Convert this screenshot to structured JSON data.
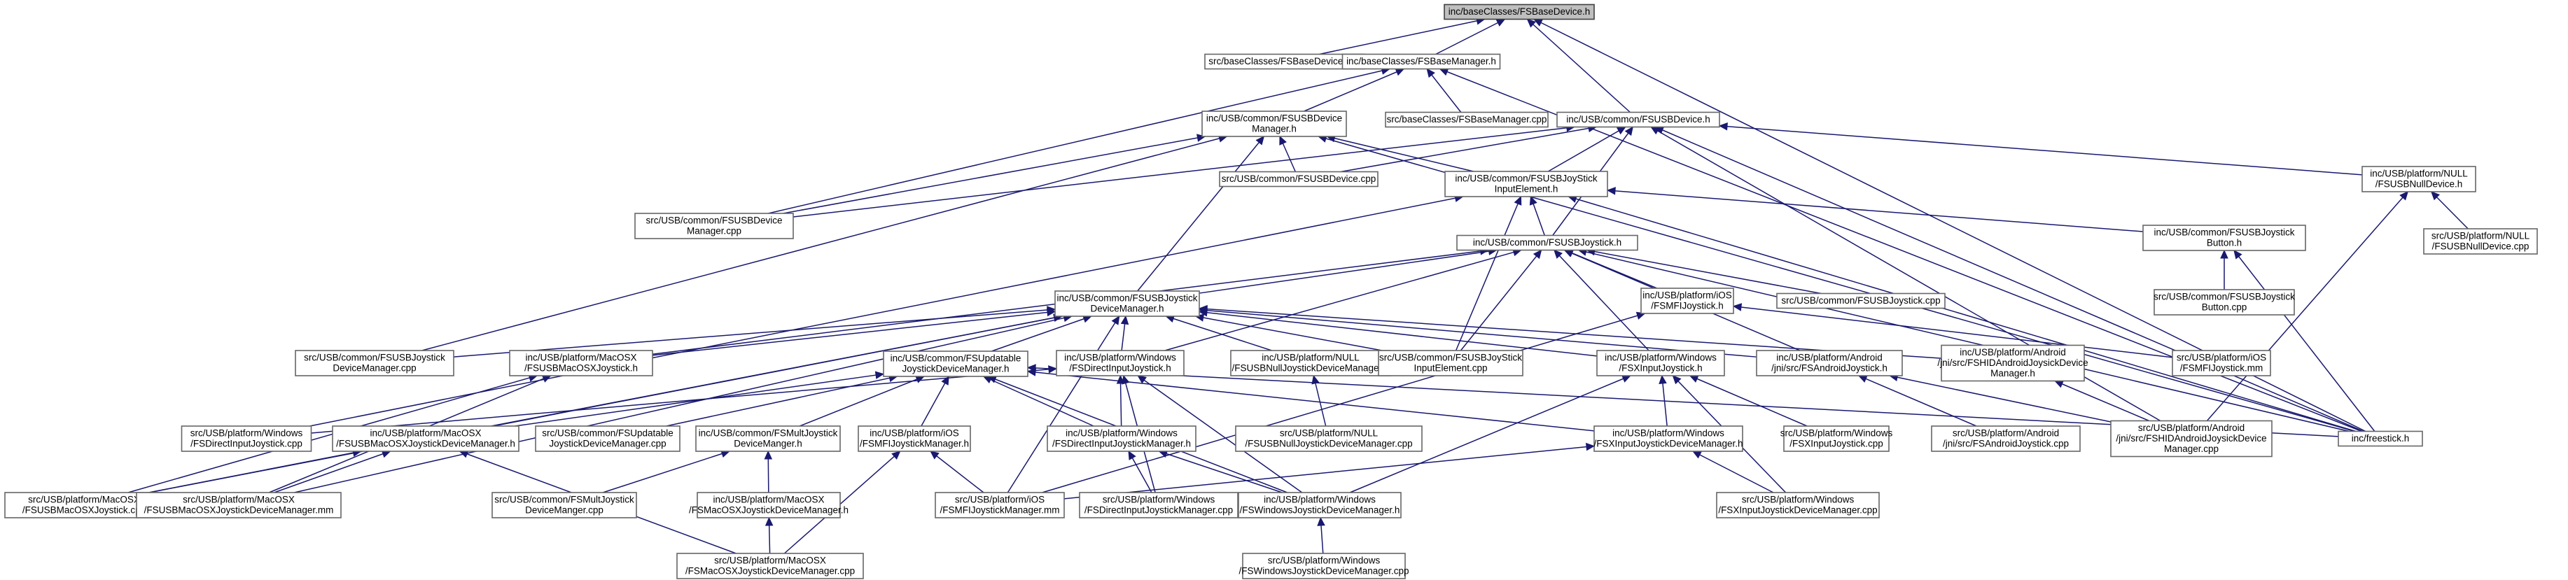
{
  "nodes": [
    {
      "id": "n0",
      "lines": [
        "inc/baseClasses/FSBaseDevice.h"
      ],
      "root": true
    },
    {
      "id": "n1",
      "lines": [
        "src/baseClasses/FSBaseDevice.cpp"
      ]
    },
    {
      "id": "n2",
      "lines": [
        "inc/baseClasses/FSBaseManager.h"
      ]
    },
    {
      "id": "n3",
      "lines": [
        "inc/USB/common/FSUSBDevice.h"
      ]
    },
    {
      "id": "n4",
      "lines": [
        "inc/freestick.h"
      ]
    },
    {
      "id": "n5",
      "lines": [
        "inc/USB/common/FSUSBDevice",
        "Manager.h"
      ]
    },
    {
      "id": "n6",
      "lines": [
        "src/baseClasses/FSBaseManager.cpp"
      ]
    },
    {
      "id": "n7",
      "lines": [
        "src/USB/common/FSUSBDevice",
        "Manager.cpp"
      ]
    },
    {
      "id": "n8",
      "lines": [
        "src/USB/common/FSUSBDevice.cpp"
      ]
    },
    {
      "id": "n9",
      "lines": [
        "inc/USB/common/FSUSBJoyStick",
        "InputElement.h"
      ]
    },
    {
      "id": "n10",
      "lines": [
        "inc/USB/platform/NULL",
        "/FSUSBNullDevice.h"
      ]
    },
    {
      "id": "n11",
      "lines": [
        "src/USB/platform/NULL",
        "/FSUSBNullDevice.cpp"
      ]
    },
    {
      "id": "n12",
      "lines": [
        "inc/USB/common/FSUSBJoystick.h"
      ]
    },
    {
      "id": "n13",
      "lines": [
        "inc/USB/common/FSUSBJoystick",
        "Button.h"
      ]
    },
    {
      "id": "n14",
      "lines": [
        "src/USB/common/FSUSBJoystick",
        "Button.cpp"
      ]
    },
    {
      "id": "n15",
      "lines": [
        "inc/USB/common/FSUSBJoystick",
        "DeviceManager.h"
      ]
    },
    {
      "id": "n16",
      "lines": [
        "inc/USB/platform/iOS",
        "/FSMFIJoystick.h"
      ]
    },
    {
      "id": "n17",
      "lines": [
        "src/USB/common/FSUSBJoystick.cpp"
      ]
    },
    {
      "id": "n18",
      "lines": [
        "src/USB/common/FSUSBJoystick",
        "DeviceManager.cpp"
      ]
    },
    {
      "id": "n19",
      "lines": [
        "inc/USB/platform/MacOSX",
        "/FSUSBMacOSXJoystick.h"
      ]
    },
    {
      "id": "n20",
      "lines": [
        "inc/USB/common/FSUpdatable",
        "JoystickDeviceManager.h"
      ]
    },
    {
      "id": "n21",
      "lines": [
        "inc/USB/platform/Windows",
        "/FSDirectInputJoystick.h"
      ]
    },
    {
      "id": "n22",
      "lines": [
        "inc/USB/platform/NULL",
        "/FSUSBNullJoystickDeviceManager.h"
      ]
    },
    {
      "id": "n23",
      "lines": [
        "src/USB/common/FSUSBJoyStick",
        "InputElement.cpp"
      ]
    },
    {
      "id": "n24",
      "lines": [
        "inc/USB/platform/Windows",
        "/FSXInputJoystick.h"
      ]
    },
    {
      "id": "n25",
      "lines": [
        "inc/USB/platform/Android",
        "/jni/src/FSAndroidJoystick.h"
      ]
    },
    {
      "id": "n26",
      "lines": [
        "inc/USB/platform/Android",
        "/jni/src/FSHIDAndroidJoysickDevice",
        "Manager.h"
      ]
    },
    {
      "id": "n27",
      "lines": [
        "src/USB/platform/iOS",
        "/FSMFIJoystick.mm"
      ]
    },
    {
      "id": "n28",
      "lines": [
        "src/USB/platform/Windows",
        "/FSDirectInputJoystick.cpp"
      ]
    },
    {
      "id": "n29",
      "lines": [
        "inc/USB/platform/MacOSX",
        "/FSUSBMacOSXJoystickDeviceManager.h"
      ]
    },
    {
      "id": "n30",
      "lines": [
        "src/USB/common/FSUpdatable",
        "JoystickDeviceManager.cpp"
      ]
    },
    {
      "id": "n31",
      "lines": [
        "inc/USB/common/FSMultJoystick",
        "DeviceManger.h"
      ]
    },
    {
      "id": "n32",
      "lines": [
        "inc/USB/platform/iOS",
        "/FSMFIJoystickManager.h"
      ]
    },
    {
      "id": "n33",
      "lines": [
        "inc/USB/platform/Windows",
        "/FSDirectInputJoystickManager.h"
      ]
    },
    {
      "id": "n34",
      "lines": [
        "src/USB/platform/NULL",
        "/FSUSBNullJoystickDeviceManager.cpp"
      ]
    },
    {
      "id": "n35",
      "lines": [
        "inc/USB/platform/Windows",
        "/FSXInputJoystickDeviceManager.h"
      ]
    },
    {
      "id": "n36",
      "lines": [
        "src/USB/platform/Windows",
        "/FSXInputJoystick.cpp"
      ]
    },
    {
      "id": "n37",
      "lines": [
        "src/USB/platform/Android",
        "/jni/src/FSAndroidJoystick.cpp"
      ]
    },
    {
      "id": "n38",
      "lines": [
        "src/USB/platform/Android",
        "/jni/src/FSHIDAndroidJoysickDevice",
        "Manager.cpp"
      ]
    },
    {
      "id": "n39",
      "lines": [
        "src/USB/platform/MacOSX",
        "/FSUSBMacOSXJoystick.cpp"
      ]
    },
    {
      "id": "n40",
      "lines": [
        "src/USB/platform/MacOSX",
        "/FSUSBMacOSXJoystickDeviceManager.mm"
      ]
    },
    {
      "id": "n41",
      "lines": [
        "src/USB/common/FSMultJoystick",
        "DeviceManger.cpp"
      ]
    },
    {
      "id": "n42",
      "lines": [
        "inc/USB/platform/MacOSX",
        "/FSMacOSXJoystickDeviceManager.h"
      ]
    },
    {
      "id": "n43",
      "lines": [
        "src/USB/platform/iOS",
        "/FSMFIJoystickManager.mm"
      ]
    },
    {
      "id": "n44",
      "lines": [
        "src/USB/platform/Windows",
        "/FSDirectInputJoystickManager.cpp"
      ]
    },
    {
      "id": "n45",
      "lines": [
        "inc/USB/platform/Windows",
        "/FSWindowsJoystickDeviceManager.h"
      ]
    },
    {
      "id": "n46",
      "lines": [
        "src/USB/platform/Windows",
        "/FSXInputJoystickDeviceManager.cpp"
      ]
    },
    {
      "id": "n47",
      "lines": [
        "src/USB/platform/MacOSX",
        "/FSMacOSXJoystickDeviceManager.cpp"
      ]
    },
    {
      "id": "n48",
      "lines": [
        "src/USB/platform/Windows",
        "/FSWindowsJoystickDeviceManager.cpp"
      ]
    }
  ],
  "edges": [
    [
      "n0",
      "n1"
    ],
    [
      "n0",
      "n2"
    ],
    [
      "n0",
      "n3"
    ],
    [
      "n0",
      "n4"
    ],
    [
      "n2",
      "n5"
    ],
    [
      "n2",
      "n6"
    ],
    [
      "n2",
      "n7"
    ],
    [
      "n2",
      "n4"
    ],
    [
      "n3",
      "n7"
    ],
    [
      "n3",
      "n8"
    ],
    [
      "n3",
      "n9"
    ],
    [
      "n3",
      "n10"
    ],
    [
      "n3",
      "n12"
    ],
    [
      "n3",
      "n4"
    ],
    [
      "n3",
      "n38"
    ],
    [
      "n5",
      "n7"
    ],
    [
      "n5",
      "n8"
    ],
    [
      "n5",
      "n9"
    ],
    [
      "n5",
      "n15"
    ],
    [
      "n5",
      "n18"
    ],
    [
      "n5",
      "n4"
    ],
    [
      "n9",
      "n12"
    ],
    [
      "n9",
      "n13"
    ],
    [
      "n9",
      "n23"
    ],
    [
      "n9",
      "n28"
    ],
    [
      "n9",
      "n4"
    ],
    [
      "n10",
      "n11"
    ],
    [
      "n10",
      "n38"
    ],
    [
      "n12",
      "n15"
    ],
    [
      "n12",
      "n16"
    ],
    [
      "n12",
      "n17"
    ],
    [
      "n12",
      "n19"
    ],
    [
      "n12",
      "n21"
    ],
    [
      "n12",
      "n23"
    ],
    [
      "n12",
      "n24"
    ],
    [
      "n12",
      "n25"
    ],
    [
      "n12",
      "n4"
    ],
    [
      "n13",
      "n14"
    ],
    [
      "n13",
      "n4"
    ],
    [
      "n15",
      "n18"
    ],
    [
      "n15",
      "n19"
    ],
    [
      "n15",
      "n20"
    ],
    [
      "n15",
      "n21"
    ],
    [
      "n15",
      "n22"
    ],
    [
      "n15",
      "n23"
    ],
    [
      "n15",
      "n24"
    ],
    [
      "n15",
      "n25"
    ],
    [
      "n15",
      "n26"
    ],
    [
      "n15",
      "n29"
    ],
    [
      "n15",
      "n39"
    ],
    [
      "n15",
      "n40"
    ],
    [
      "n15",
      "n43"
    ],
    [
      "n16",
      "n27"
    ],
    [
      "n16",
      "n43"
    ],
    [
      "n19",
      "n39"
    ],
    [
      "n19",
      "n40"
    ],
    [
      "n20",
      "n29"
    ],
    [
      "n20",
      "n30"
    ],
    [
      "n20",
      "n31"
    ],
    [
      "n20",
      "n32"
    ],
    [
      "n20",
      "n33"
    ],
    [
      "n20",
      "n35"
    ],
    [
      "n20",
      "n45"
    ],
    [
      "n20",
      "n4"
    ],
    [
      "n21",
      "n28"
    ],
    [
      "n21",
      "n33"
    ],
    [
      "n21",
      "n44"
    ],
    [
      "n21",
      "n45"
    ],
    [
      "n22",
      "n34"
    ],
    [
      "n24",
      "n35"
    ],
    [
      "n24",
      "n36"
    ],
    [
      "n24",
      "n46"
    ],
    [
      "n24",
      "n45"
    ],
    [
      "n25",
      "n37"
    ],
    [
      "n25",
      "n38"
    ],
    [
      "n26",
      "n38"
    ],
    [
      "n29",
      "n39"
    ],
    [
      "n29",
      "n40"
    ],
    [
      "n29",
      "n47"
    ],
    [
      "n31",
      "n41"
    ],
    [
      "n31",
      "n42"
    ],
    [
      "n32",
      "n43"
    ],
    [
      "n32",
      "n47"
    ],
    [
      "n33",
      "n44"
    ],
    [
      "n33",
      "n45"
    ],
    [
      "n35",
      "n43"
    ],
    [
      "n35",
      "n46"
    ],
    [
      "n42",
      "n47"
    ],
    [
      "n45",
      "n48"
    ]
  ]
}
